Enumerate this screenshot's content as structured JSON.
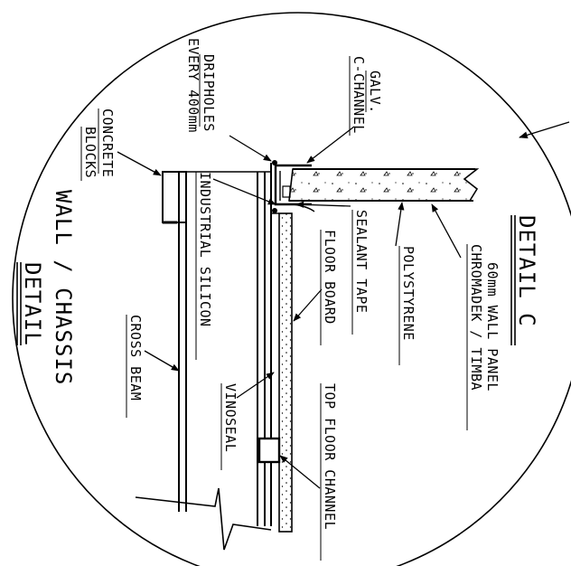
{
  "drawing": {
    "title": "DETAIL C",
    "subtitle_line1": "60mm WALL PANEL",
    "subtitle_line2": "CHROMADEK / TIMBA",
    "side_title_line1": "WALL / CHASSIS",
    "side_title_line2": "DETAIL",
    "labels": {
      "galv_line1": "GALV.",
      "galv_line2": "C-CHANNEL",
      "dripholes_line1": "DRIPHOLES",
      "dripholes_line2": "EVERY 400mm",
      "concrete_line1": "CONCRETE",
      "concrete_line2": "BLOCKS",
      "industrial_silicon": "INDUSTRIAL SILICON",
      "sealant_tape": "SEALANT TAPE",
      "floor_board": "FLOOR BOARD",
      "polystyrene": "POLYSTYRENE",
      "cross_beam": "CROSS BEAM",
      "vinoseal": "VINOSEAL",
      "top_floor_channel": "TOP FLOOR CHANNEL"
    }
  }
}
